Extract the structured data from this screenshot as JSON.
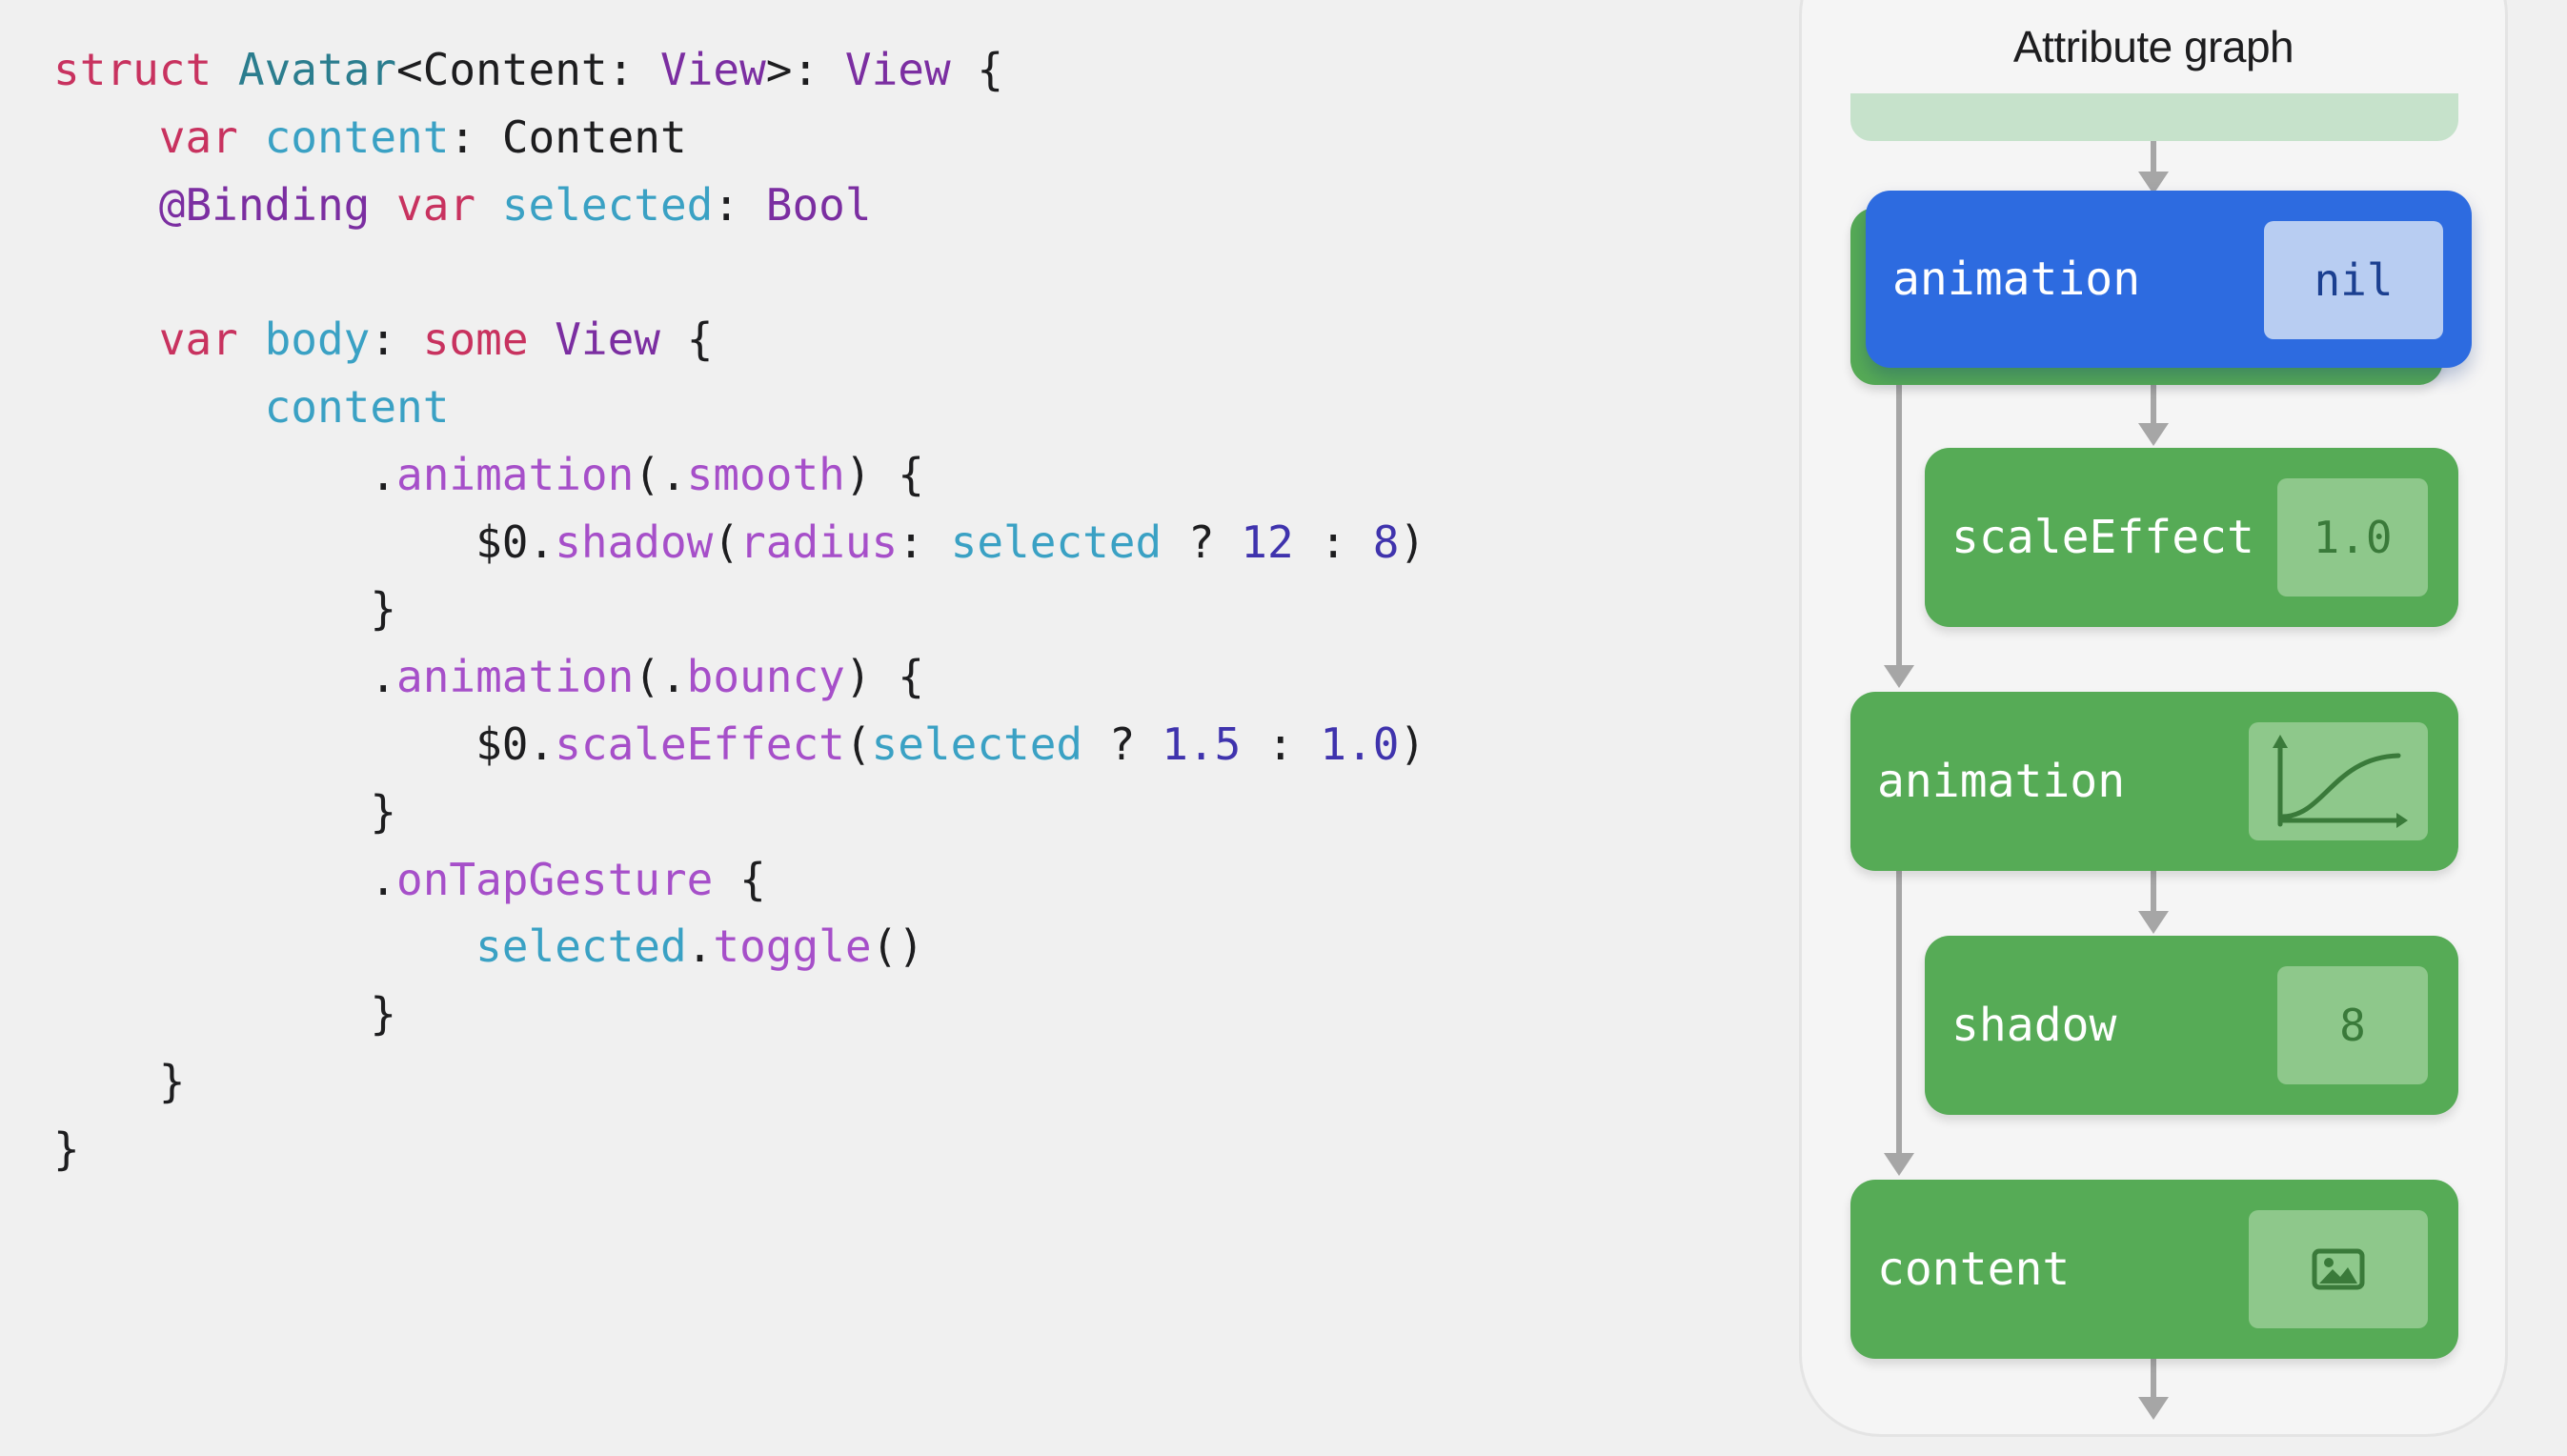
{
  "code": {
    "lines": [
      [
        {
          "t": "struct ",
          "c": "kw"
        },
        {
          "t": "Avatar",
          "c": "std"
        },
        {
          "t": "<Content: ",
          "c": ""
        },
        {
          "t": "View",
          "c": "type"
        },
        {
          "t": ">: ",
          "c": ""
        },
        {
          "t": "View",
          "c": "type"
        },
        {
          "t": " {",
          "c": ""
        }
      ],
      [
        {
          "t": "    ",
          "c": ""
        },
        {
          "t": "var ",
          "c": "kw"
        },
        {
          "t": "content",
          "c": "prop"
        },
        {
          "t": ": Content",
          "c": ""
        }
      ],
      [
        {
          "t": "    ",
          "c": ""
        },
        {
          "t": "@Binding ",
          "c": "type"
        },
        {
          "t": "var ",
          "c": "kw"
        },
        {
          "t": "selected",
          "c": "prop"
        },
        {
          "t": ": ",
          "c": ""
        },
        {
          "t": "Bool",
          "c": "type"
        }
      ],
      [],
      [
        {
          "t": "    ",
          "c": ""
        },
        {
          "t": "var ",
          "c": "kw"
        },
        {
          "t": "body",
          "c": "prop"
        },
        {
          "t": ": ",
          "c": ""
        },
        {
          "t": "some ",
          "c": "kw"
        },
        {
          "t": "View",
          "c": "type"
        },
        {
          "t": " {",
          "c": ""
        }
      ],
      [
        {
          "t": "        ",
          "c": ""
        },
        {
          "t": "content",
          "c": "prop"
        }
      ],
      [
        {
          "t": "            .",
          "c": ""
        },
        {
          "t": "animation",
          "c": "meth"
        },
        {
          "t": "(.",
          "c": ""
        },
        {
          "t": "smooth",
          "c": "meth"
        },
        {
          "t": ") {",
          "c": ""
        }
      ],
      [
        {
          "t": "                $0.",
          "c": ""
        },
        {
          "t": "shadow",
          "c": "meth"
        },
        {
          "t": "(",
          "c": ""
        },
        {
          "t": "radius",
          "c": "meth"
        },
        {
          "t": ": ",
          "c": ""
        },
        {
          "t": "selected",
          "c": "prop"
        },
        {
          "t": " ? ",
          "c": ""
        },
        {
          "t": "12",
          "c": "num"
        },
        {
          "t": " : ",
          "c": ""
        },
        {
          "t": "8",
          "c": "num"
        },
        {
          "t": ")",
          "c": ""
        }
      ],
      [
        {
          "t": "            }",
          "c": ""
        }
      ],
      [
        {
          "t": "            .",
          "c": ""
        },
        {
          "t": "animation",
          "c": "meth"
        },
        {
          "t": "(.",
          "c": ""
        },
        {
          "t": "bouncy",
          "c": "meth"
        },
        {
          "t": ") {",
          "c": ""
        }
      ],
      [
        {
          "t": "                $0.",
          "c": ""
        },
        {
          "t": "scaleEffect",
          "c": "meth"
        },
        {
          "t": "(",
          "c": ""
        },
        {
          "t": "selected",
          "c": "prop"
        },
        {
          "t": " ? ",
          "c": ""
        },
        {
          "t": "1.5",
          "c": "num"
        },
        {
          "t": " : ",
          "c": ""
        },
        {
          "t": "1.0",
          "c": "num"
        },
        {
          "t": ")",
          "c": ""
        }
      ],
      [
        {
          "t": "            }",
          "c": ""
        }
      ],
      [
        {
          "t": "            .",
          "c": ""
        },
        {
          "t": "onTapGesture",
          "c": "meth"
        },
        {
          "t": " {",
          "c": ""
        }
      ],
      [
        {
          "t": "                ",
          "c": ""
        },
        {
          "t": "selected",
          "c": "prop"
        },
        {
          "t": ".",
          "c": ""
        },
        {
          "t": "toggle",
          "c": "meth"
        },
        {
          "t": "()",
          "c": ""
        }
      ],
      [
        {
          "t": "            }",
          "c": ""
        }
      ],
      [
        {
          "t": "    }",
          "c": ""
        }
      ],
      [
        {
          "t": "}",
          "c": ""
        }
      ]
    ]
  },
  "graph": {
    "title": "Attribute graph",
    "nodes": {
      "animation_top": {
        "label": "animation",
        "value": "nil"
      },
      "scale_effect": {
        "label": "scaleEffect",
        "value": "1.0"
      },
      "animation_mid": {
        "label": "animation",
        "value_icon": "easing-curve-icon"
      },
      "shadow": {
        "label": "shadow",
        "value": "8"
      },
      "content": {
        "label": "content",
        "value_icon": "photo-icon"
      }
    }
  },
  "colors": {
    "node_green": "#56ab56",
    "node_blue": "#2d6be0",
    "arrow_gray": "#a6a6a6"
  }
}
